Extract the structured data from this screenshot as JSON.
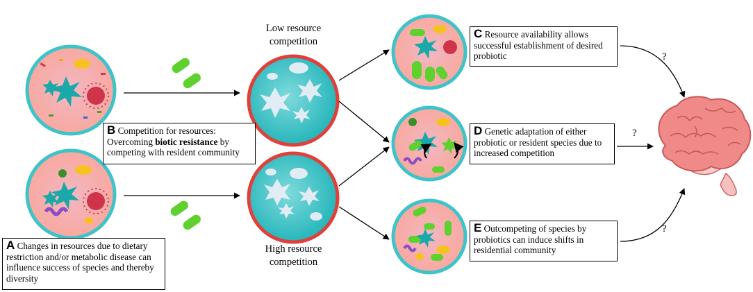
{
  "labels": {
    "low_competition": "Low resource\ncompetition",
    "high_competition": "High resource\ncompetition"
  },
  "boxes": {
    "A": {
      "letter": "A",
      "text": "Changes in resources due to dietary restriction and/or metabolic disease can influence success of species and thereby diversity"
    },
    "B": {
      "letter": "B",
      "line1": "Competition for resources:",
      "pre": "Overcoming ",
      "bold": "biotic resistance",
      "post": " by competing with resident community"
    },
    "C": {
      "letter": "C",
      "text": "Resource availability allows successful establishment of desired probiotic"
    },
    "D": {
      "letter": "D",
      "text": "Genetic adaptation of either probiotic or resident species due to increased competition"
    },
    "E": {
      "letter": "E",
      "text": "Outcompeting of species by probiotics can induce shifts in residential community"
    }
  },
  "question_marks": [
    "?",
    "?",
    "?"
  ],
  "colors": {
    "community_fill": "#f8b4ad",
    "community_ring": "#3ec3c9",
    "depleted_fill": "#2bbcc0",
    "depleted_ring": "#e0403a",
    "probiotic": "#5fd12e",
    "brain": "#ef8a88"
  }
}
